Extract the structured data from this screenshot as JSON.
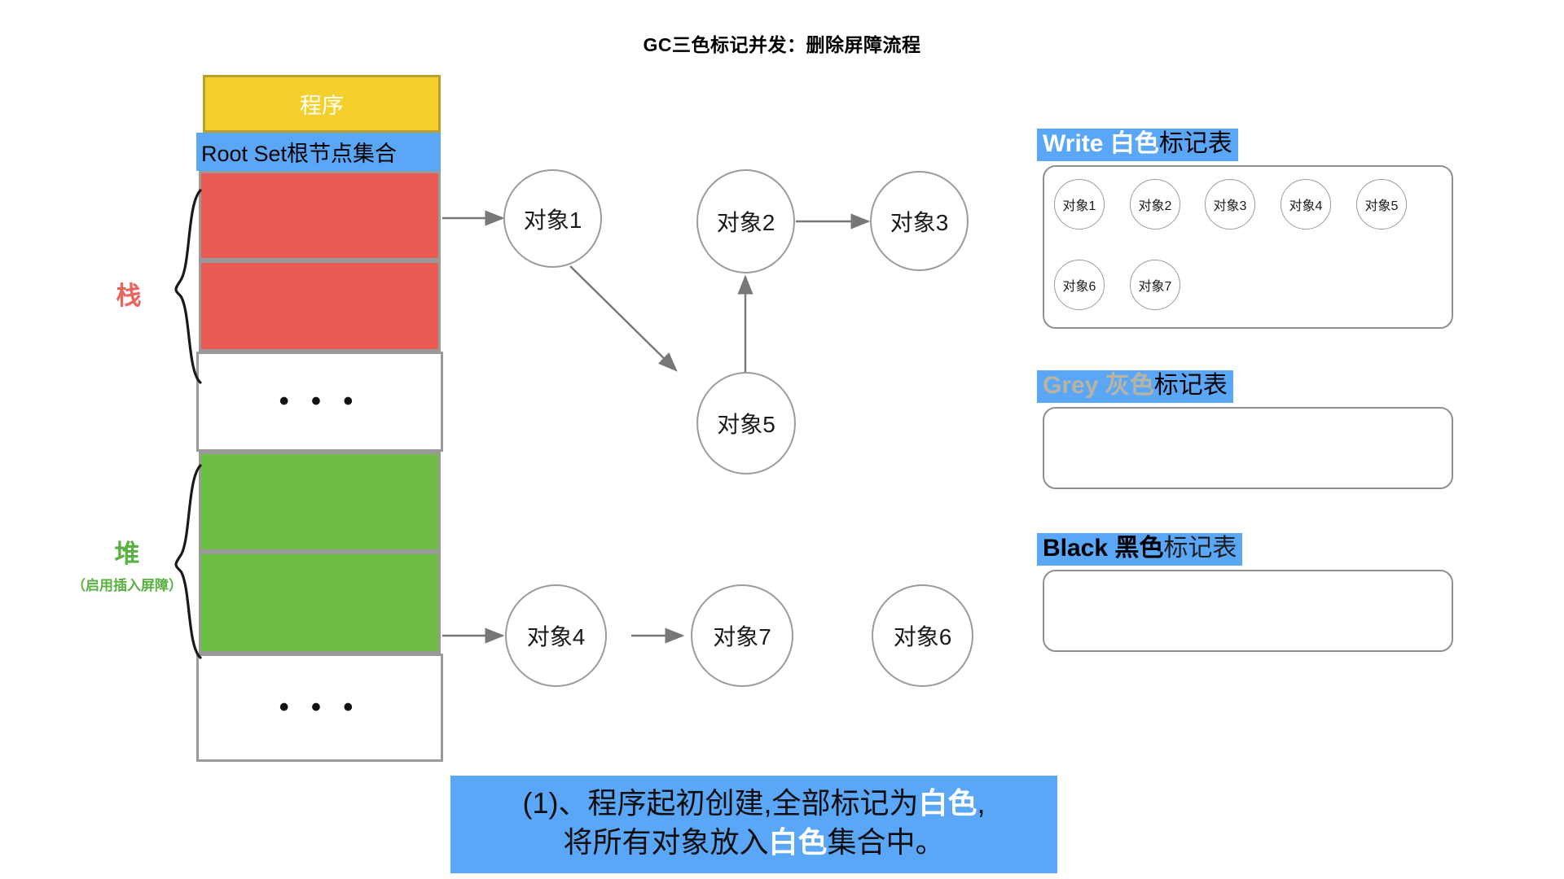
{
  "title": "GC三色标记并发：删除屏障流程",
  "colors": {
    "program": "#F5D02C",
    "root_set": "#5AA7F7",
    "stack": "#EA5B54",
    "heap": "#6FBE44",
    "accent_blue": "#5AA7F7",
    "node_border": "#9b9b9b",
    "stack_label": "#E8645C",
    "heap_label": "#58B141"
  },
  "memory": {
    "program_label": "程序",
    "root_set_label": "Root Set根节点集合",
    "ellipsis": "• • •",
    "blocks": [
      {
        "name": "program",
        "label": "程序",
        "fill": "#F5D02C"
      },
      {
        "name": "root-set",
        "label": "Root Set根节点集合",
        "fill": "#5AA7F7"
      },
      {
        "name": "stack-slot-1",
        "label": "",
        "fill": "#EA5B54"
      },
      {
        "name": "stack-slot-2",
        "label": "",
        "fill": "#EA5B54"
      },
      {
        "name": "stack-ellipsis",
        "label": "• • •",
        "fill": "#ffffff"
      },
      {
        "name": "heap-slot-1",
        "label": "",
        "fill": "#6FBE44"
      },
      {
        "name": "heap-slot-2",
        "label": "",
        "fill": "#6FBE44"
      },
      {
        "name": "heap-ellipsis",
        "label": "• • •",
        "fill": "#ffffff"
      }
    ]
  },
  "side_labels": {
    "stack": "栈",
    "heap": "堆",
    "heap_sub": "（启用插入屏障）"
  },
  "graph": {
    "nodes": [
      {
        "id": "obj1",
        "label": "对象1"
      },
      {
        "id": "obj2",
        "label": "对象2"
      },
      {
        "id": "obj3",
        "label": "对象3"
      },
      {
        "id": "obj5",
        "label": "对象5"
      },
      {
        "id": "obj4",
        "label": "对象4"
      },
      {
        "id": "obj7",
        "label": "对象7"
      },
      {
        "id": "obj6",
        "label": "对象6"
      }
    ],
    "edges": [
      {
        "from": "root-set-stack",
        "to": "obj1"
      },
      {
        "from": "obj1",
        "to": "obj5"
      },
      {
        "from": "obj5",
        "to": "obj2"
      },
      {
        "from": "obj2",
        "to": "obj3"
      },
      {
        "from": "heap-slot-2",
        "to": "obj4"
      },
      {
        "from": "obj4",
        "to": "obj7"
      }
    ]
  },
  "panels": [
    {
      "name": "white-mark-table",
      "title_en": "Write",
      "title_color_word": "白色",
      "title_tail": "标记表",
      "title_style": "white",
      "items": [
        "对象1",
        "对象2",
        "对象3",
        "对象4",
        "对象5",
        "对象6",
        "对象7"
      ]
    },
    {
      "name": "grey-mark-table",
      "title_en": "Grey",
      "title_color_word": "灰色",
      "title_tail": "标记表",
      "title_style": "grey",
      "items": []
    },
    {
      "name": "black-mark-table",
      "title_en": "Black",
      "title_color_word": "黑色",
      "title_tail": "标记表",
      "title_style": "black",
      "items": []
    }
  ],
  "caption": {
    "line1_a": "(1)、程序起初创建,全部标记为",
    "line1_hl": "白色",
    "line1_b": ",",
    "line2_a": "将所有对象放入",
    "line2_hl": "白色",
    "line2_b": "集合中。"
  }
}
